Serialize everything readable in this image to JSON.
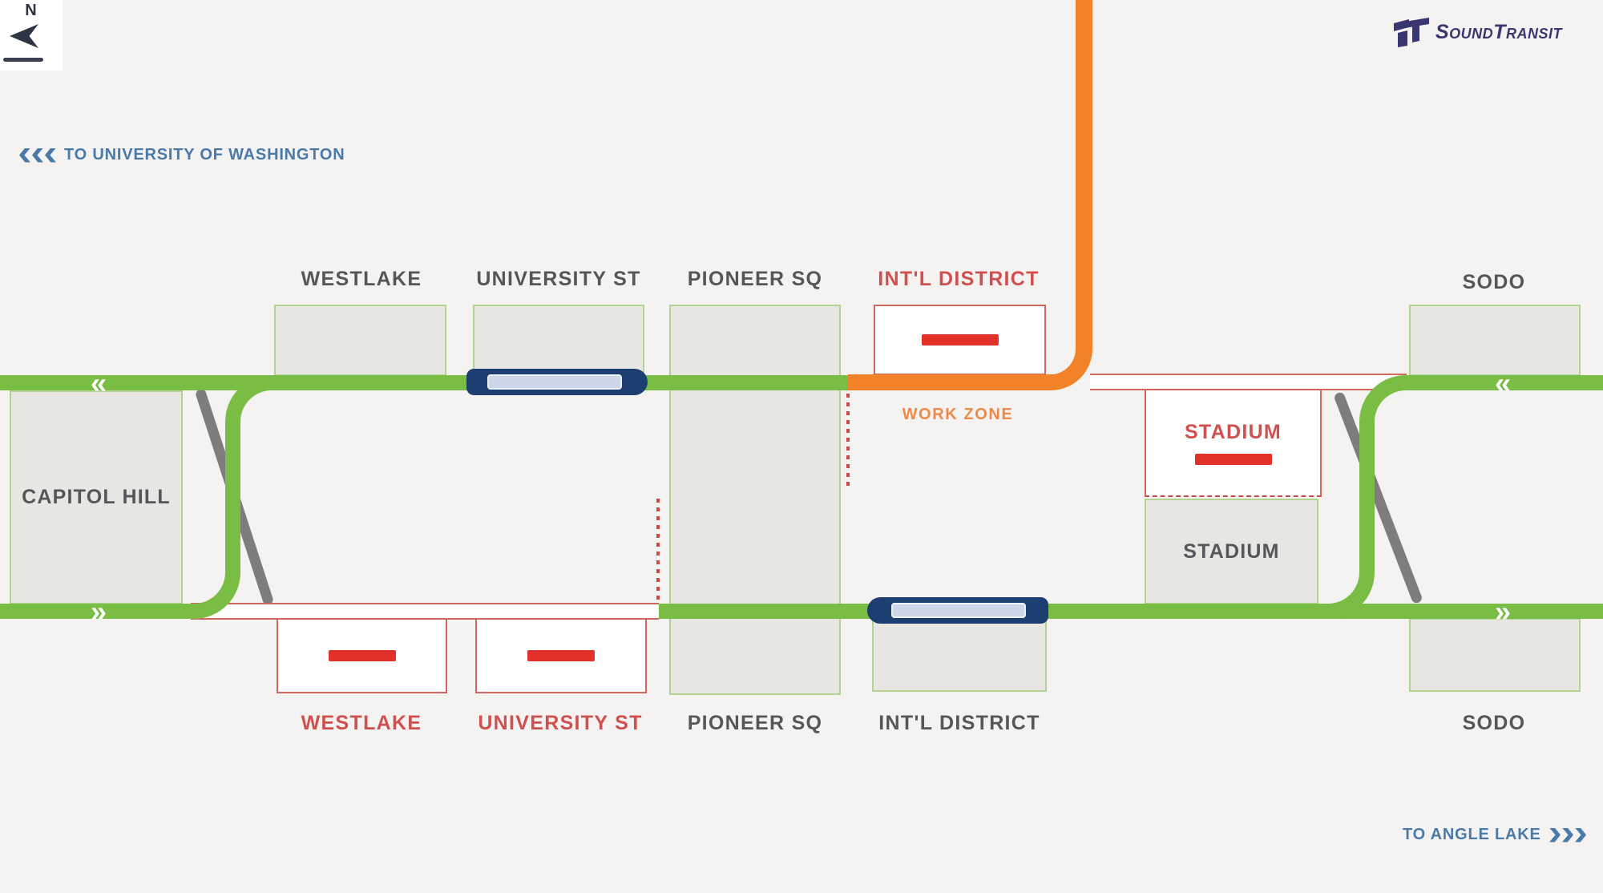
{
  "compass": {
    "north": "N"
  },
  "logo": {
    "brand": "SoundTransit"
  },
  "nav": {
    "to_university": "TO UNIVERSITY OF WASHINGTON",
    "to_angle_lake": "TO ANGLE LAKE"
  },
  "work_zone_label": "WORK ZONE",
  "glyphs": {
    "chevron_left": "«",
    "chevron_right": "»"
  },
  "stations": {
    "center": {
      "label": "CAPITOL HILL"
    },
    "top_row": [
      {
        "label": "WESTLAKE",
        "closed": false
      },
      {
        "label": "UNIVERSITY ST",
        "closed": false
      },
      {
        "label": "PIONEER SQ",
        "closed": false
      },
      {
        "label": "INT'L DISTRICT",
        "closed": true
      },
      {
        "label": "SODO",
        "closed": false
      }
    ],
    "bottom_row": [
      {
        "label": "WESTLAKE",
        "closed": true
      },
      {
        "label": "UNIVERSITY ST",
        "closed": true
      },
      {
        "label": "PIONEER SQ",
        "closed": false
      },
      {
        "label": "INT'L DISTRICT",
        "closed": false
      },
      {
        "label": "SODO",
        "closed": false
      }
    ],
    "stadium": {
      "closed_platform": "STADIUM",
      "open_platform": "STADIUM"
    }
  },
  "colors": {
    "line_green": "#7abd44",
    "work_zone_orange": "#f28227",
    "closed_red_border": "#cf675f",
    "closed_red_text": "#d0504f",
    "dash_red": "#e2312b",
    "train_navy": "#1c3e70",
    "steel_blue": "#4a7aa8",
    "platform_gray": "#e7e6e2",
    "brand_navy": "#3a3770",
    "background": "#f4f3f1"
  }
}
